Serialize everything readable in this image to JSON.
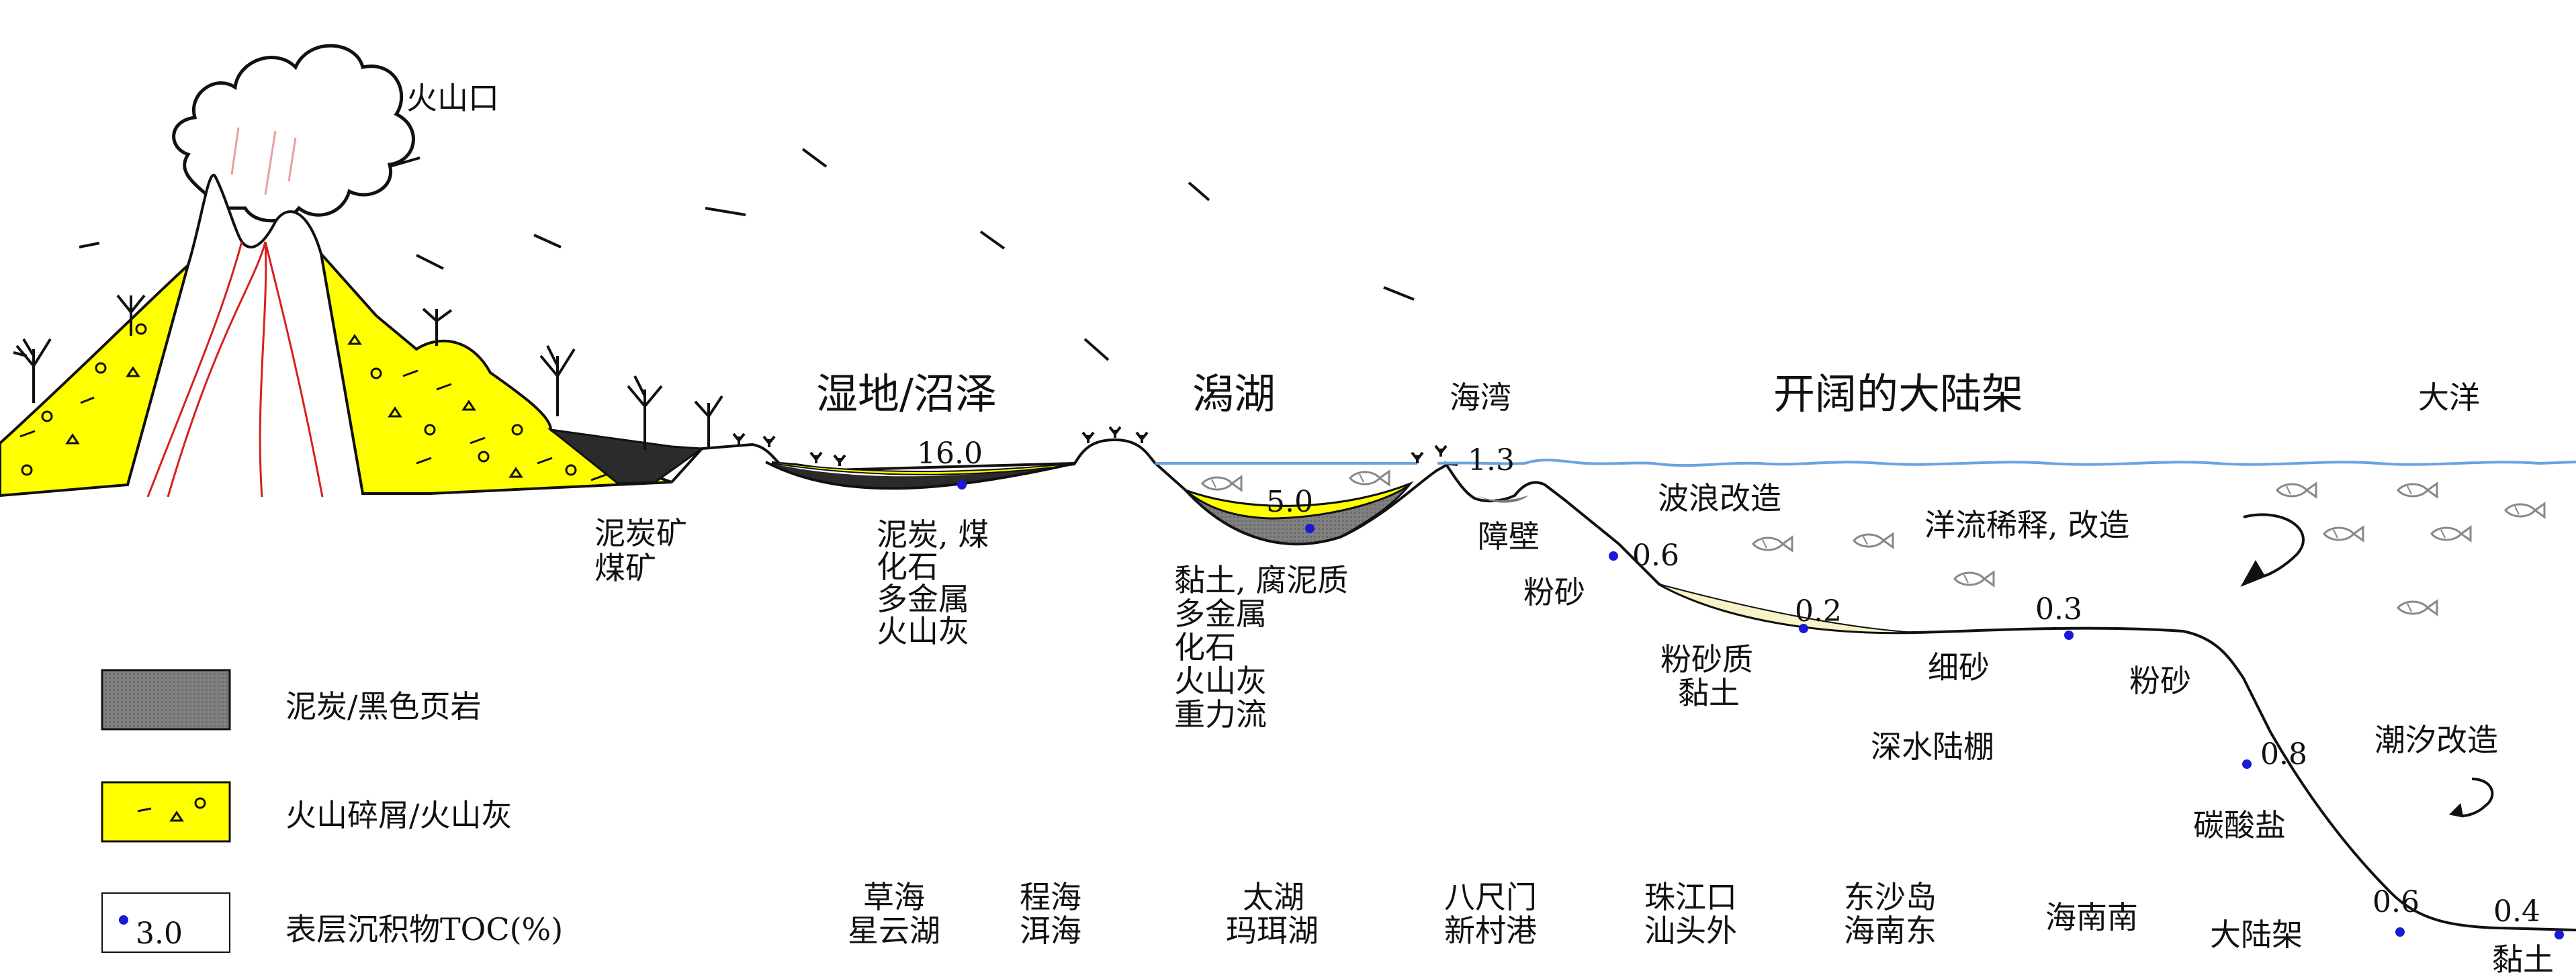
{
  "colors": {
    "volcanic": "#ffff00",
    "peat": "#7a7a7a",
    "coal": "#2b2b2b",
    "water": "#6aa3e0",
    "silty_clay": "#f7f3c6",
    "magma": "#d62020",
    "toc_dot": "#1a1ad6"
  },
  "icons": [
    "crater-smoke-icon",
    "tree-icon",
    "grass-tuft-icon",
    "fish-icon",
    "swirl-arrow-icon"
  ],
  "labels": {
    "crater": "火山口",
    "wetland": "湿地/沼泽",
    "lagoon": "潟湖",
    "bay": "海湾",
    "shelf": "开阔的大陆架",
    "ocean": "大洋",
    "peat_coal_mine": [
      "泥炭矿",
      "煤矿"
    ],
    "wetland_sediments": [
      "泥炭, 煤",
      "化石",
      "多金属",
      "火山灰"
    ],
    "lagoon_sediments": [
      "黏土, 腐泥质",
      "多金属",
      "化石",
      "火山灰",
      "重力流"
    ],
    "barrier": "障壁",
    "silt_bay": "粉砂",
    "wave_reworking": "波浪改造",
    "current_dilution": "洋流稀释, 改造",
    "silty_clay": [
      "粉砂质",
      "黏土"
    ],
    "fine_sand": "细砂",
    "silt_shelf": "粉砂",
    "deep_shelf": "深水陆棚",
    "tidal_reworking": "潮汐改造",
    "carbonate": "碳酸盐",
    "continental_slope": "大陆架",
    "clay": "黏土"
  },
  "toc_values": {
    "wetland": "16.0",
    "lagoon": "5.0",
    "bay": "1.3",
    "shelf_a": "0.6",
    "shelf_b": "0.2",
    "shelf_c": "0.3",
    "slope": "0.8",
    "deep_a": "0.6",
    "deep_b": "0.4"
  },
  "locations": [
    [
      "草海",
      "星云湖"
    ],
    [
      "程海",
      "洱海"
    ],
    [
      "太湖",
      "玛珥湖"
    ],
    [
      "八尺门",
      "新村港"
    ],
    [
      "珠江口",
      "汕头外"
    ],
    [
      "东沙岛",
      "海南东"
    ],
    [
      "海南南"
    ]
  ],
  "legend": [
    {
      "label": "泥炭/黑色页岩"
    },
    {
      "label": "火山碎屑/火山灰"
    },
    {
      "label": "表层沉积物TOC(%)",
      "sample": "3.0"
    }
  ]
}
